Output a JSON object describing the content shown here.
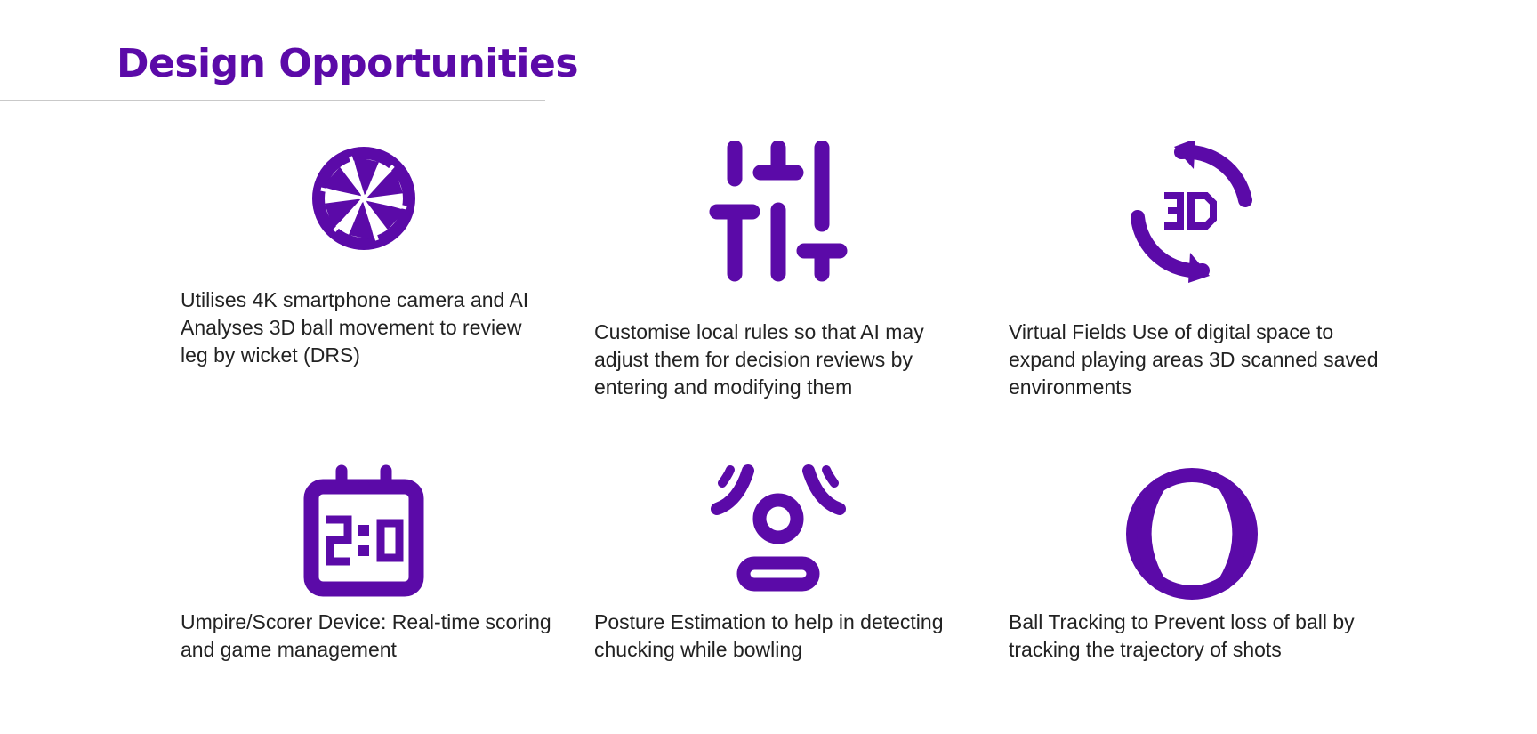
{
  "title": "Design Opportunities",
  "accent_color": "#5b0aa8",
  "cards": [
    {
      "icon": "camera-shutter-icon",
      "text": "Utilises 4K smartphone camera and AI Analyses 3D ball movement to review leg by wicket (DRS)"
    },
    {
      "icon": "sliders-icon",
      "text": "Customise local rules so that AI may adjust them for decision reviews by entering and modifying them"
    },
    {
      "icon": "3d-rotation-icon",
      "text": "Virtual Fields Use of digital space to expand playing areas 3D scanned saved environments"
    },
    {
      "icon": "scoreboard-icon",
      "text": "Umpire/Scorer Device: Real-time scoring and game management"
    },
    {
      "icon": "person-detect-icon",
      "text": "Posture Estimation to help in detecting chucking while bowling"
    },
    {
      "icon": "ball-icon",
      "text": "Ball Tracking to Prevent loss of ball by tracking the trajectory of shots"
    }
  ]
}
